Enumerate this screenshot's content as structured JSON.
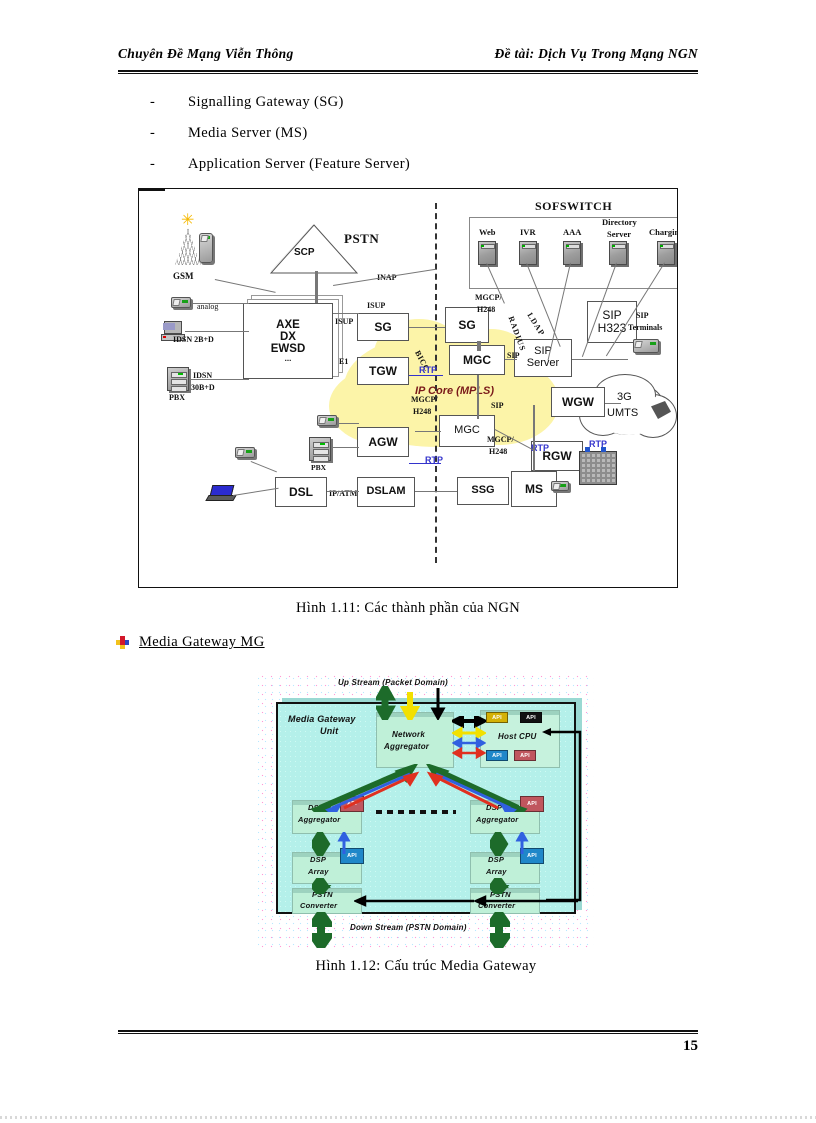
{
  "header": {
    "left": "Chuyên Đề Mạng Viễn Thông",
    "right": "Đề tài: Dịch Vụ Trong Mạng NGN"
  },
  "list": {
    "dash": "-",
    "items": [
      {
        "label": "Signalling Gateway (SG)"
      },
      {
        "label": "Media Server (MS)"
      },
      {
        "label": "Application Server (Feature Server)"
      }
    ]
  },
  "figure1": {
    "caption": "Hình 1.11: Các thành phần của NGN",
    "titles": {
      "pstn": "PSTN",
      "sofswitch": "SOFSWITCH"
    },
    "servers": [
      {
        "label": "Web"
      },
      {
        "label": "IVR"
      },
      {
        "label": "AAA"
      },
      {
        "label": "Directory\nServer"
      },
      {
        "label": "Charging"
      }
    ],
    "server_labels": {
      "web": "Web",
      "ivr": "IVR",
      "aaa": "AAA",
      "directory1": "Directory",
      "directory2": "Server",
      "charging": "Charging"
    },
    "boxes": {
      "axe": "AXE\nDX\nEWSD\n...",
      "axe1": "AXE",
      "axe2": "DX",
      "axe3": "EWSD",
      "axe4": "...",
      "sg_pstn": "SG",
      "tgw": "TGW",
      "agw": "AGW",
      "dsl": "DSL",
      "dslam": "DSLAM",
      "ssg": "SSG",
      "sg": "SG",
      "mgc_top": "MGC",
      "mgc_bottom": "MGC",
      "ms": "MS",
      "sip_server": "SIP\nServer",
      "sip_server1": "SIP",
      "sip_server2": "Server",
      "sip_h323_1": "SIP",
      "sip_h323_2": "H323",
      "wgw": "WGW",
      "rgw": "RGW",
      "scp": "SCP"
    },
    "cloud": {
      "title": "IP Core (MPLS)",
      "color": "#fcf4a8",
      "title_color": "#7a1a1a"
    },
    "endpoints": {
      "gsm": "GSM",
      "pbx1": "PBX",
      "pbx2": "PBX",
      "sip_terminals_1": "SIP",
      "sip_terminals_2": "Terminals",
      "umts_1": "3G",
      "umts_2": "UMTS"
    },
    "link_labels": {
      "inap": "INAP",
      "isup_top": "ISUP",
      "isup_mid": "ISUP",
      "e1": "E1",
      "analog": "analog",
      "isdn_2bd": "IDSN 2B+D",
      "isdn_30bd_1": "IDSN",
      "isdn_30bd_2": "30B+D",
      "ip_atm": "IP/ATM",
      "mgcp_h248_top_1": "MGCP/",
      "mgcp_h248_top_2": "H248",
      "mgcp_h248_mid_1": "MGCP/",
      "mgcp_h248_mid_2": "H248",
      "mgcp_h248_low_1": "MGCP/",
      "mgcp_h248_low_2": "H248",
      "sip_left": "SIP",
      "sip_center": "SIP",
      "radius": "RADIUS",
      "ldap": "LDAP",
      "bicc": "BICC",
      "rtp1": "RTP",
      "rtp2": "RTP",
      "rtp3": "RTP",
      "rtp4": "RTP",
      "rtp5": "RTP",
      "rtp_color": "#3333cc"
    }
  },
  "section": {
    "title": "Media Gateway MG",
    "marker": "diamond-bullet-icon"
  },
  "figure2": {
    "caption": "Hình 1.12: Cấu trúc Media Gateway",
    "labels": {
      "up_stream": "Up Stream (Packet Domain)",
      "down_stream": "Down Stream (PSTN Domain)",
      "unit_1": "Media Gateway",
      "unit_2": "Unit",
      "network_aggregator_1": "Network",
      "network_aggregator_2": "Aggregator",
      "host_cpu": "Host CPU",
      "dsp_aggregator_1": "DSP",
      "dsp_aggregator_2": "Aggregator",
      "dsp_array_1": "DSP",
      "dsp_array_2": "Array",
      "pstn_converter_1": "PSTN",
      "pstn_converter_2": "Converter",
      "api": "API"
    },
    "colors": {
      "unit_bg": "#b4f0ea",
      "block_bg": "#bff0d8",
      "api_yellow": "#d4b106",
      "api_black": "#111111",
      "api_blue": "#1f87c9",
      "api_red": "#c0565e",
      "arrow_green": "#1d6b2a",
      "arrow_red": "#e03020",
      "arrow_blue": "#3060e0",
      "arrow_yellow": "#f2e000",
      "arrow_black": "#000000"
    }
  },
  "footer": {
    "page_number": "15"
  }
}
